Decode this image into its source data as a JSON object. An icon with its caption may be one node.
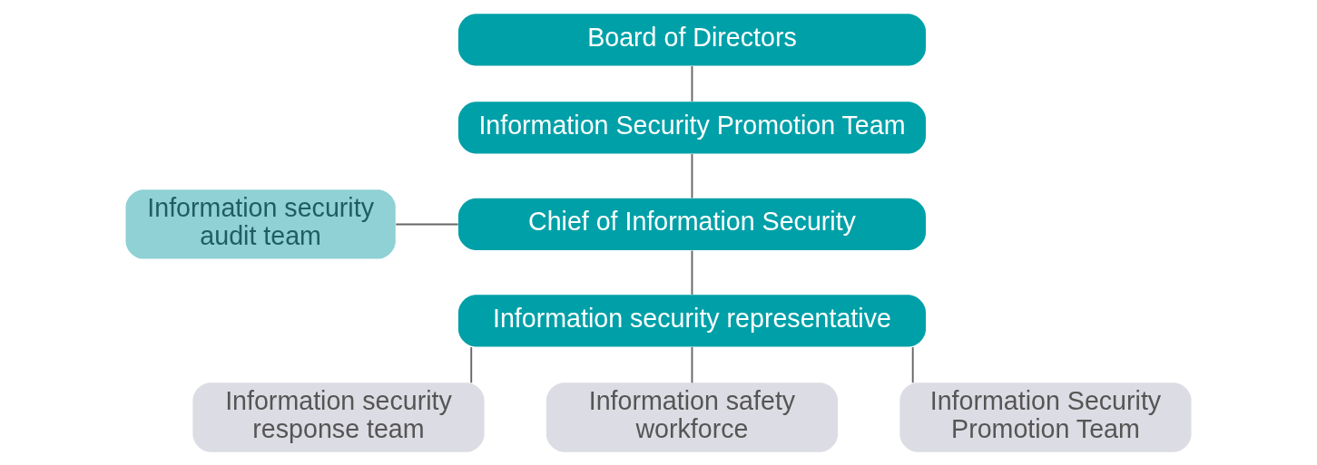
{
  "diagram": {
    "nodes": [
      {
        "text": [
          "Board of Directors"
        ]
      },
      {
        "text": [
          "Information Security Promotion Team"
        ]
      },
      {
        "text": [
          "Chief of Information Security"
        ]
      },
      {
        "text": [
          "Information security audit team"
        ]
      },
      {
        "text": [
          "Information security representative"
        ]
      },
      {
        "text": [
          "Information security response team"
        ]
      },
      {
        "text": [
          "Information safety workforce"
        ]
      },
      {
        "text": [
          "Information Security Promotion Team"
        ]
      }
    ],
    "edges": [
      {
        "from": 0,
        "to": 1,
        "arrow": "none"
      },
      {
        "from": 1,
        "to": 2,
        "arrow": "none"
      },
      {
        "from": 3,
        "to": 2,
        "arrow": "none"
      },
      {
        "from": 2,
        "to": 4,
        "arrow": "none"
      },
      {
        "from": 4,
        "to": 5,
        "arrow": "none"
      },
      {
        "from": 4,
        "to": 6,
        "arrow": "none"
      },
      {
        "from": 4,
        "to": 7,
        "arrow": "none"
      }
    ]
  }
}
